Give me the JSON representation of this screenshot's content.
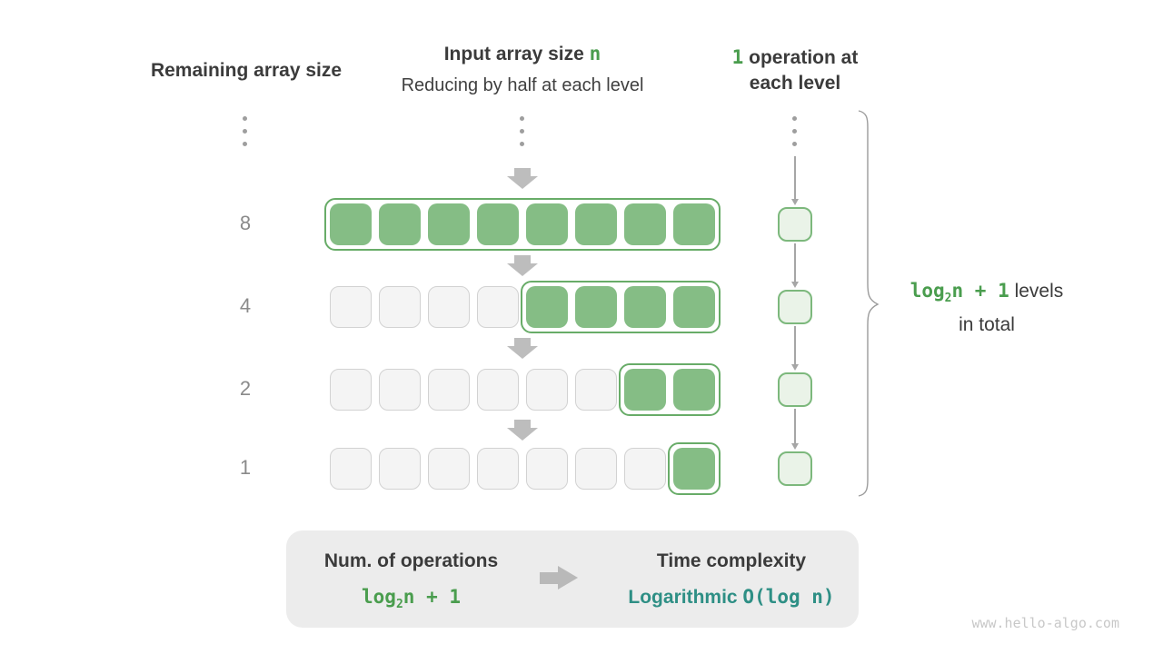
{
  "title_columns": {
    "remaining": "Remaining array size",
    "input_prefix": "Input array size ",
    "input_var": "n",
    "input_subtitle": "Reducing by half at each level",
    "op_count": "1",
    "op_line1_rest": " operation at",
    "op_line2": "each level"
  },
  "rows": [
    {
      "label": "8",
      "gray_cells": 0,
      "green_cells": 8
    },
    {
      "label": "4",
      "gray_cells": 4,
      "green_cells": 4
    },
    {
      "label": "2",
      "gray_cells": 6,
      "green_cells": 2
    },
    {
      "label": "1",
      "gray_cells": 7,
      "green_cells": 1
    }
  ],
  "operations_column": {
    "box_count": 4
  },
  "brace_label": {
    "formula_base": "log",
    "formula_sub": "2",
    "formula_rest": "n + 1",
    "text_line1": " levels",
    "text_line2": "in total"
  },
  "summary_panel": {
    "left_title": "Num. of operations",
    "left_formula_base": "log",
    "left_formula_sub": "2",
    "left_formula_rest": "n + 1",
    "right_title": "Time complexity",
    "right_value_name": "Logarithmic ",
    "right_value_notation": " O(log n)"
  },
  "watermark": "www.hello-algo.com",
  "colors": {
    "green_text": "#4a9d4e",
    "green_cell": "#85bd85",
    "green_outline": "#68ac68",
    "op_box_fill": "#eaf3e8",
    "op_box_border": "#7cb87c",
    "gray_cell_fill": "#f4f4f4",
    "gray_cell_border": "#d2d2d2",
    "teal_text": "#2e8f85",
    "dark_text": "#3b3b3b",
    "panel_bg": "#ececec"
  }
}
